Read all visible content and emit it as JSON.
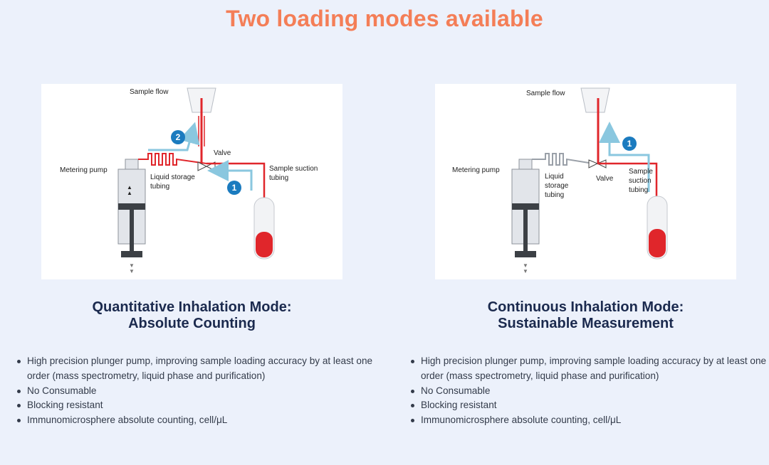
{
  "header": {
    "title": "Two loading modes available"
  },
  "modes": [
    {
      "title_line1": "Quantitative Inhalation Mode:",
      "title_line2": "Absolute Counting",
      "diagram": {
        "sample_flow": "Sample flow",
        "valve": "Valve",
        "metering_pump": "Metering pump",
        "liquid_storage_1": "Liquid storage",
        "liquid_storage_2": "tubing",
        "suction_1": "Sample suction",
        "suction_2": "tubing",
        "step_a": "2",
        "step_b": "1"
      },
      "bullets": [
        "High precision plunger pump, improving sample loading accuracy by at least one order (mass spectrometry, liquid phase and purification)",
        "No Consumable",
        "Blocking resistant",
        "Immunomicrosphere absolute counting, cell/μL"
      ]
    },
    {
      "title_line1": "Continuous Inhalation Mode:",
      "title_line2": "Sustainable Measurement",
      "diagram": {
        "sample_flow": "Sample flow",
        "valve": "Valve",
        "metering_pump": "Metering pump",
        "liquid_1": "Liquid",
        "liquid_2": "storage",
        "liquid_3": "tubing",
        "sample_1": "Sample",
        "sample_2": "suction",
        "sample_3": "tubing",
        "step_a": "1"
      },
      "bullets": [
        "High precision plunger pump, improving sample loading accuracy by at least one order (mass spectrometry, liquid phase and purification)",
        "No Consumable",
        "Blocking resistant",
        "Immunomicrosphere absolute counting, cell/μL"
      ]
    }
  ],
  "colors": {
    "title": "#f47e57",
    "heading": "#1b2a4e",
    "tube_red": "#e0262b",
    "arrow_blue": "#8ac7df",
    "badge_blue": "#1b7bbf"
  }
}
